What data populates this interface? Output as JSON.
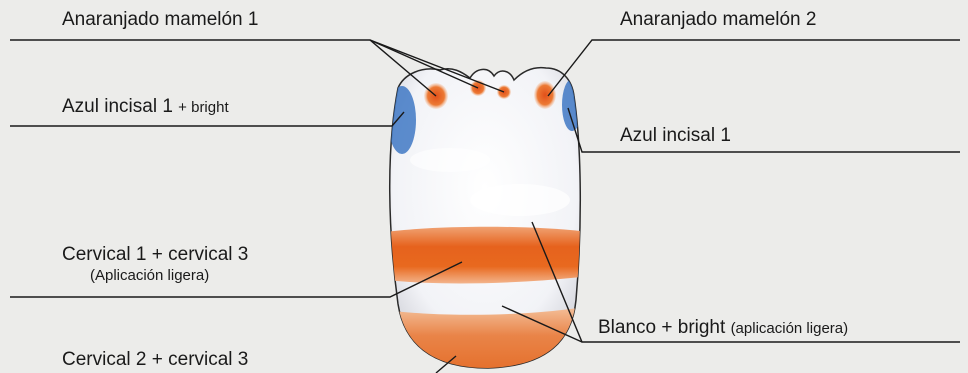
{
  "labels": {
    "mamelon1": "Anaranjado mamelón 1",
    "mamelon2": "Anaranjado mamelón 2",
    "azul_bright_main": "Azul incisal 1",
    "azul_bright_suffix": "+ bright",
    "azul_incisal": "Azul incisal 1",
    "cervical13_line1": "Cervical 1 + cervical 3",
    "cervical13_line2": "(Aplicación ligera)",
    "blanco_main": "Blanco + bright",
    "blanco_suffix": "(aplicación ligera)",
    "cervical23": "Cervical 2 + cervical 3"
  },
  "colors": {
    "tooth_base": "#f6f7fb",
    "orange": "#e8651f",
    "blue": "#3f78c4",
    "leader_line": "#1a1a1a"
  }
}
